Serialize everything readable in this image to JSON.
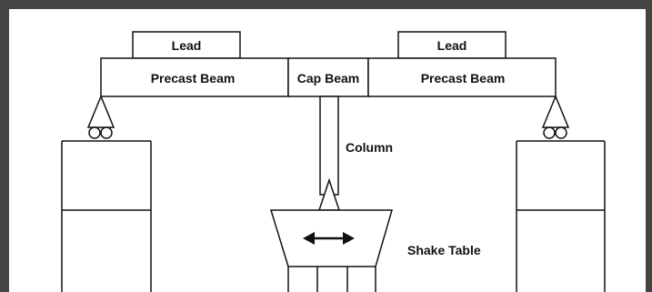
{
  "labels": {
    "lead_left": "Lead",
    "lead_right": "Lead",
    "precast_beam_left": "Precast Beam",
    "precast_beam_right": "Precast Beam",
    "cap_beam": "Cap Beam",
    "column": "Column",
    "shake_table": "Shake Table"
  },
  "icons": {
    "arrow": "double-headed-arrow-icon",
    "pin_support": "pin-roller-support-icon"
  },
  "colors": {
    "frame": "#444444",
    "stroke": "#111111",
    "background": "#ffffff"
  }
}
